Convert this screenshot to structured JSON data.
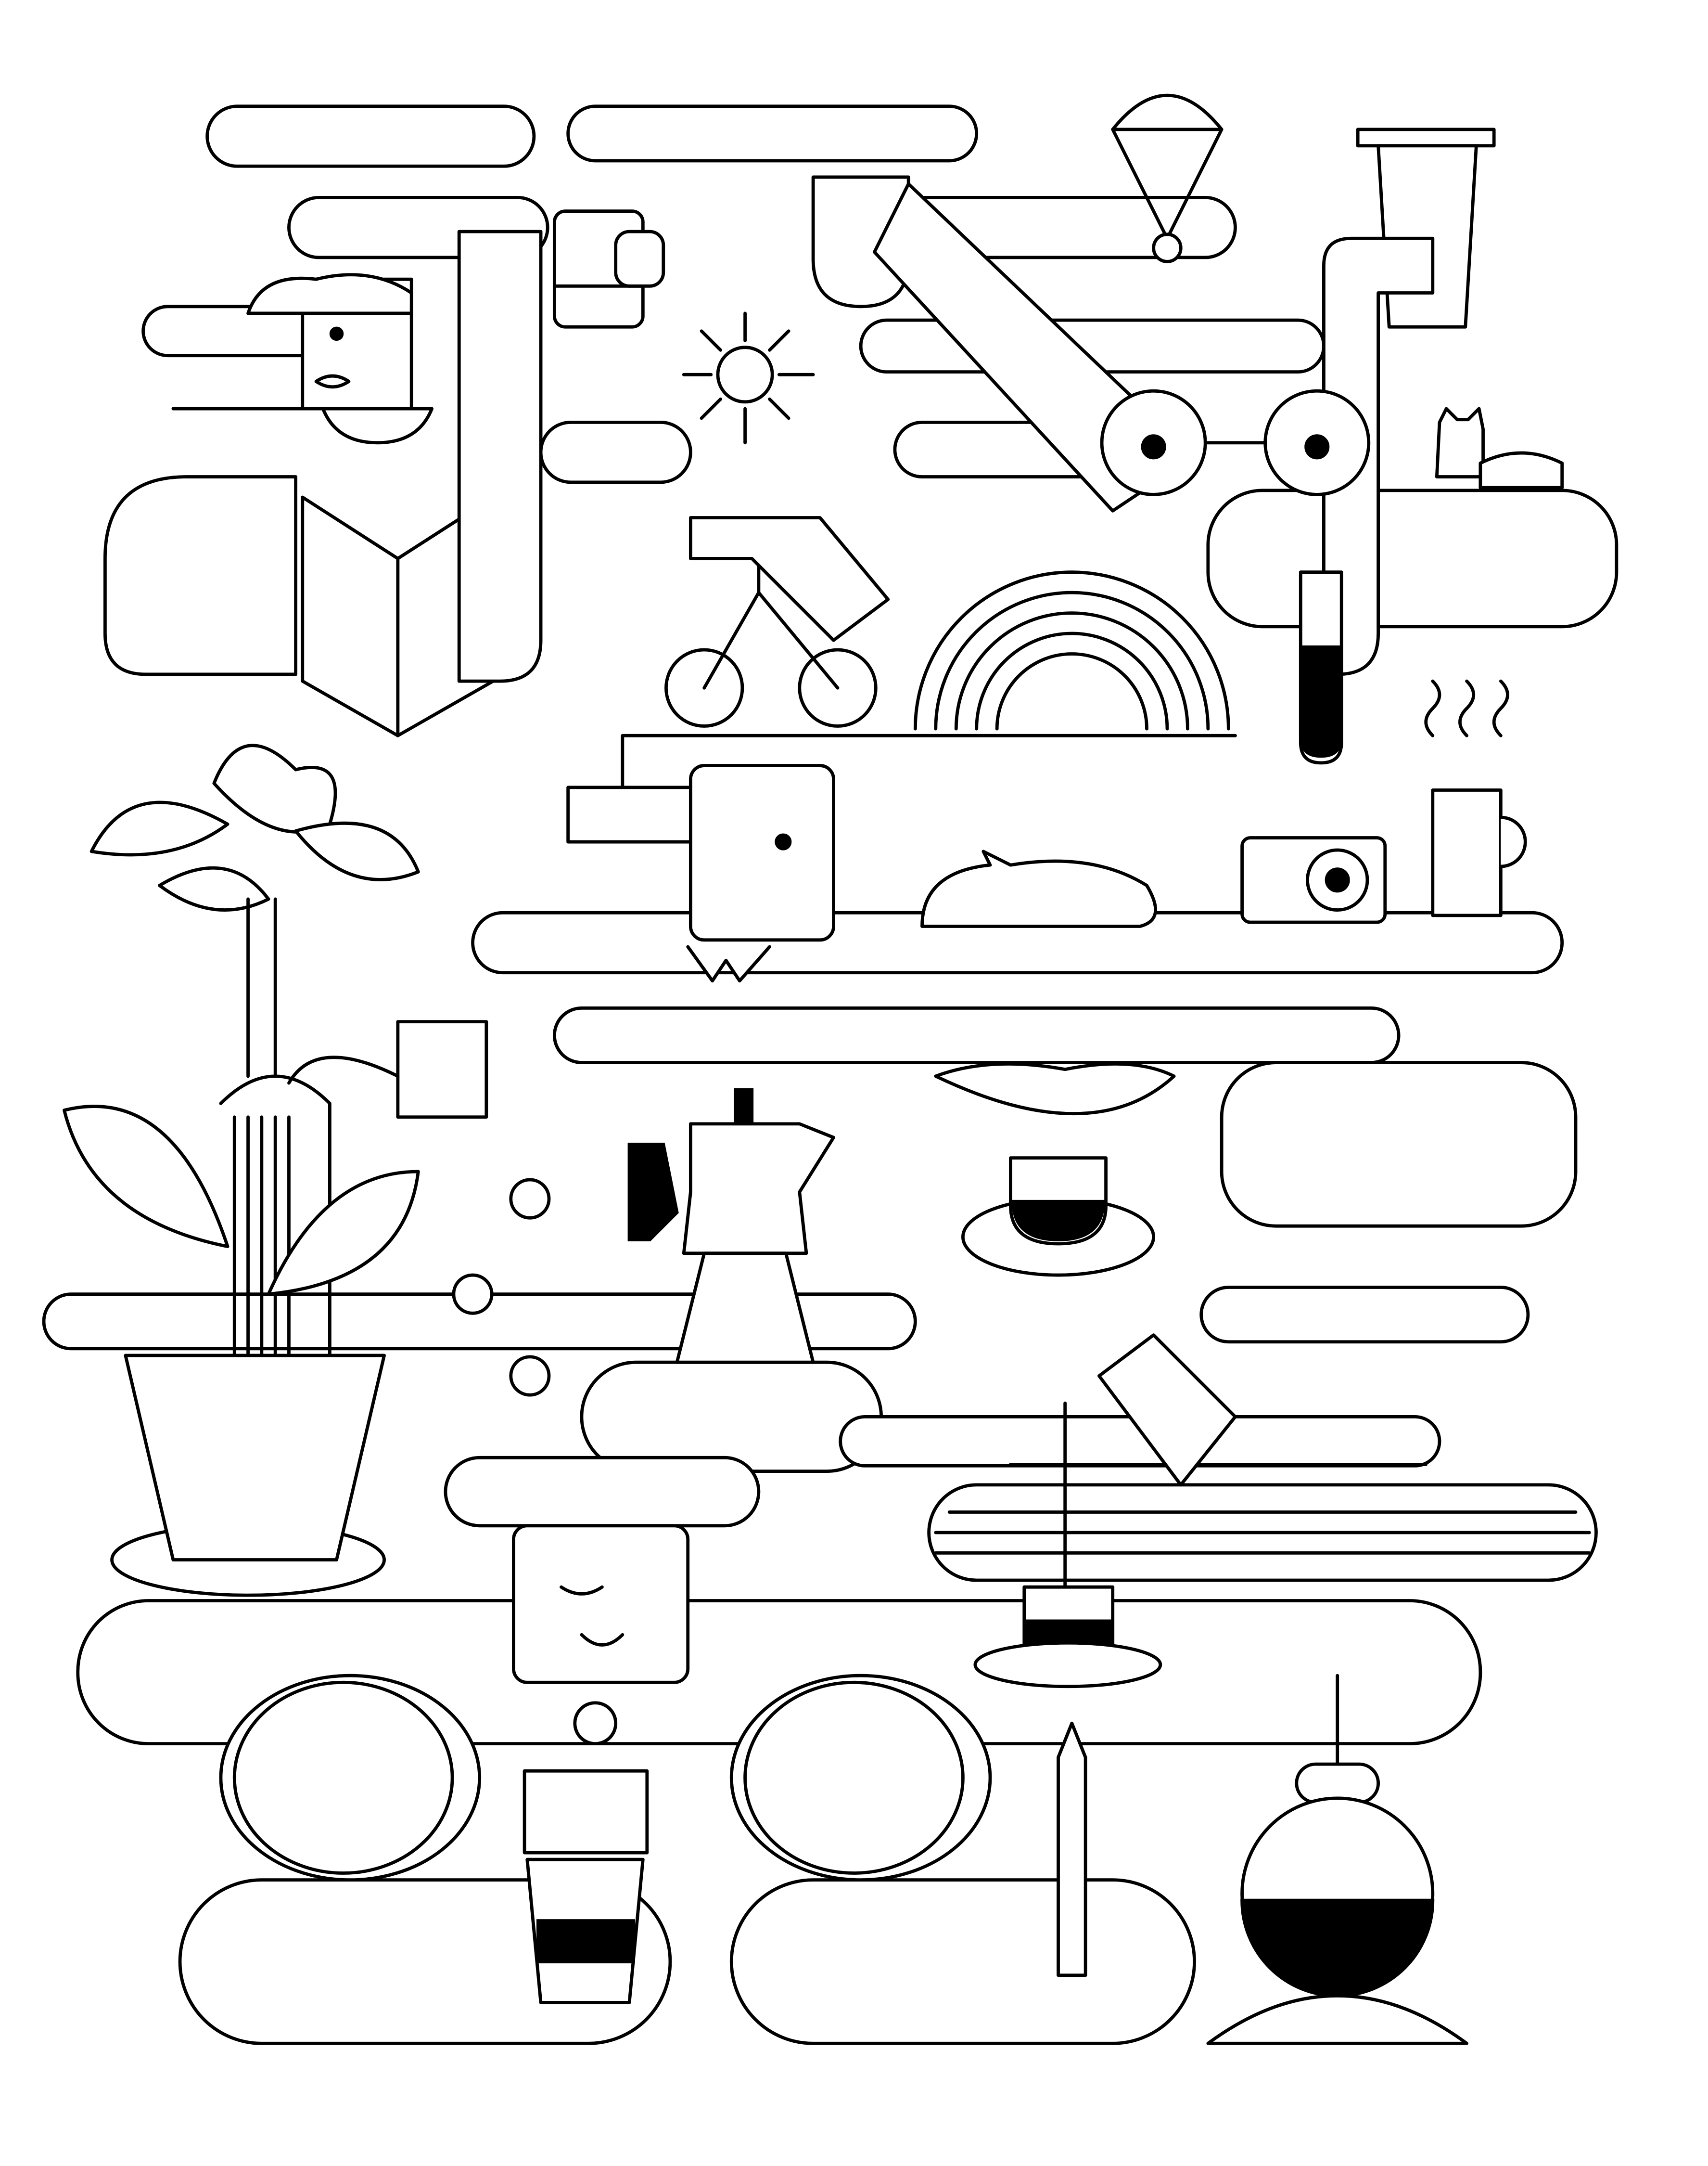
{
  "illustration": {
    "style": "monochrome line art",
    "colors": {
      "stroke": "#000000",
      "background": "#ffffff"
    },
    "motifs": [
      "cloud",
      "sun",
      "rainbow",
      "glasses",
      "bicycle",
      "parachute",
      "cat",
      "camera",
      "moka-pot",
      "kettle",
      "plant",
      "flower",
      "coffee-cup",
      "flask",
      "pencil",
      "book",
      "milk-carton",
      "drip-filter"
    ]
  }
}
